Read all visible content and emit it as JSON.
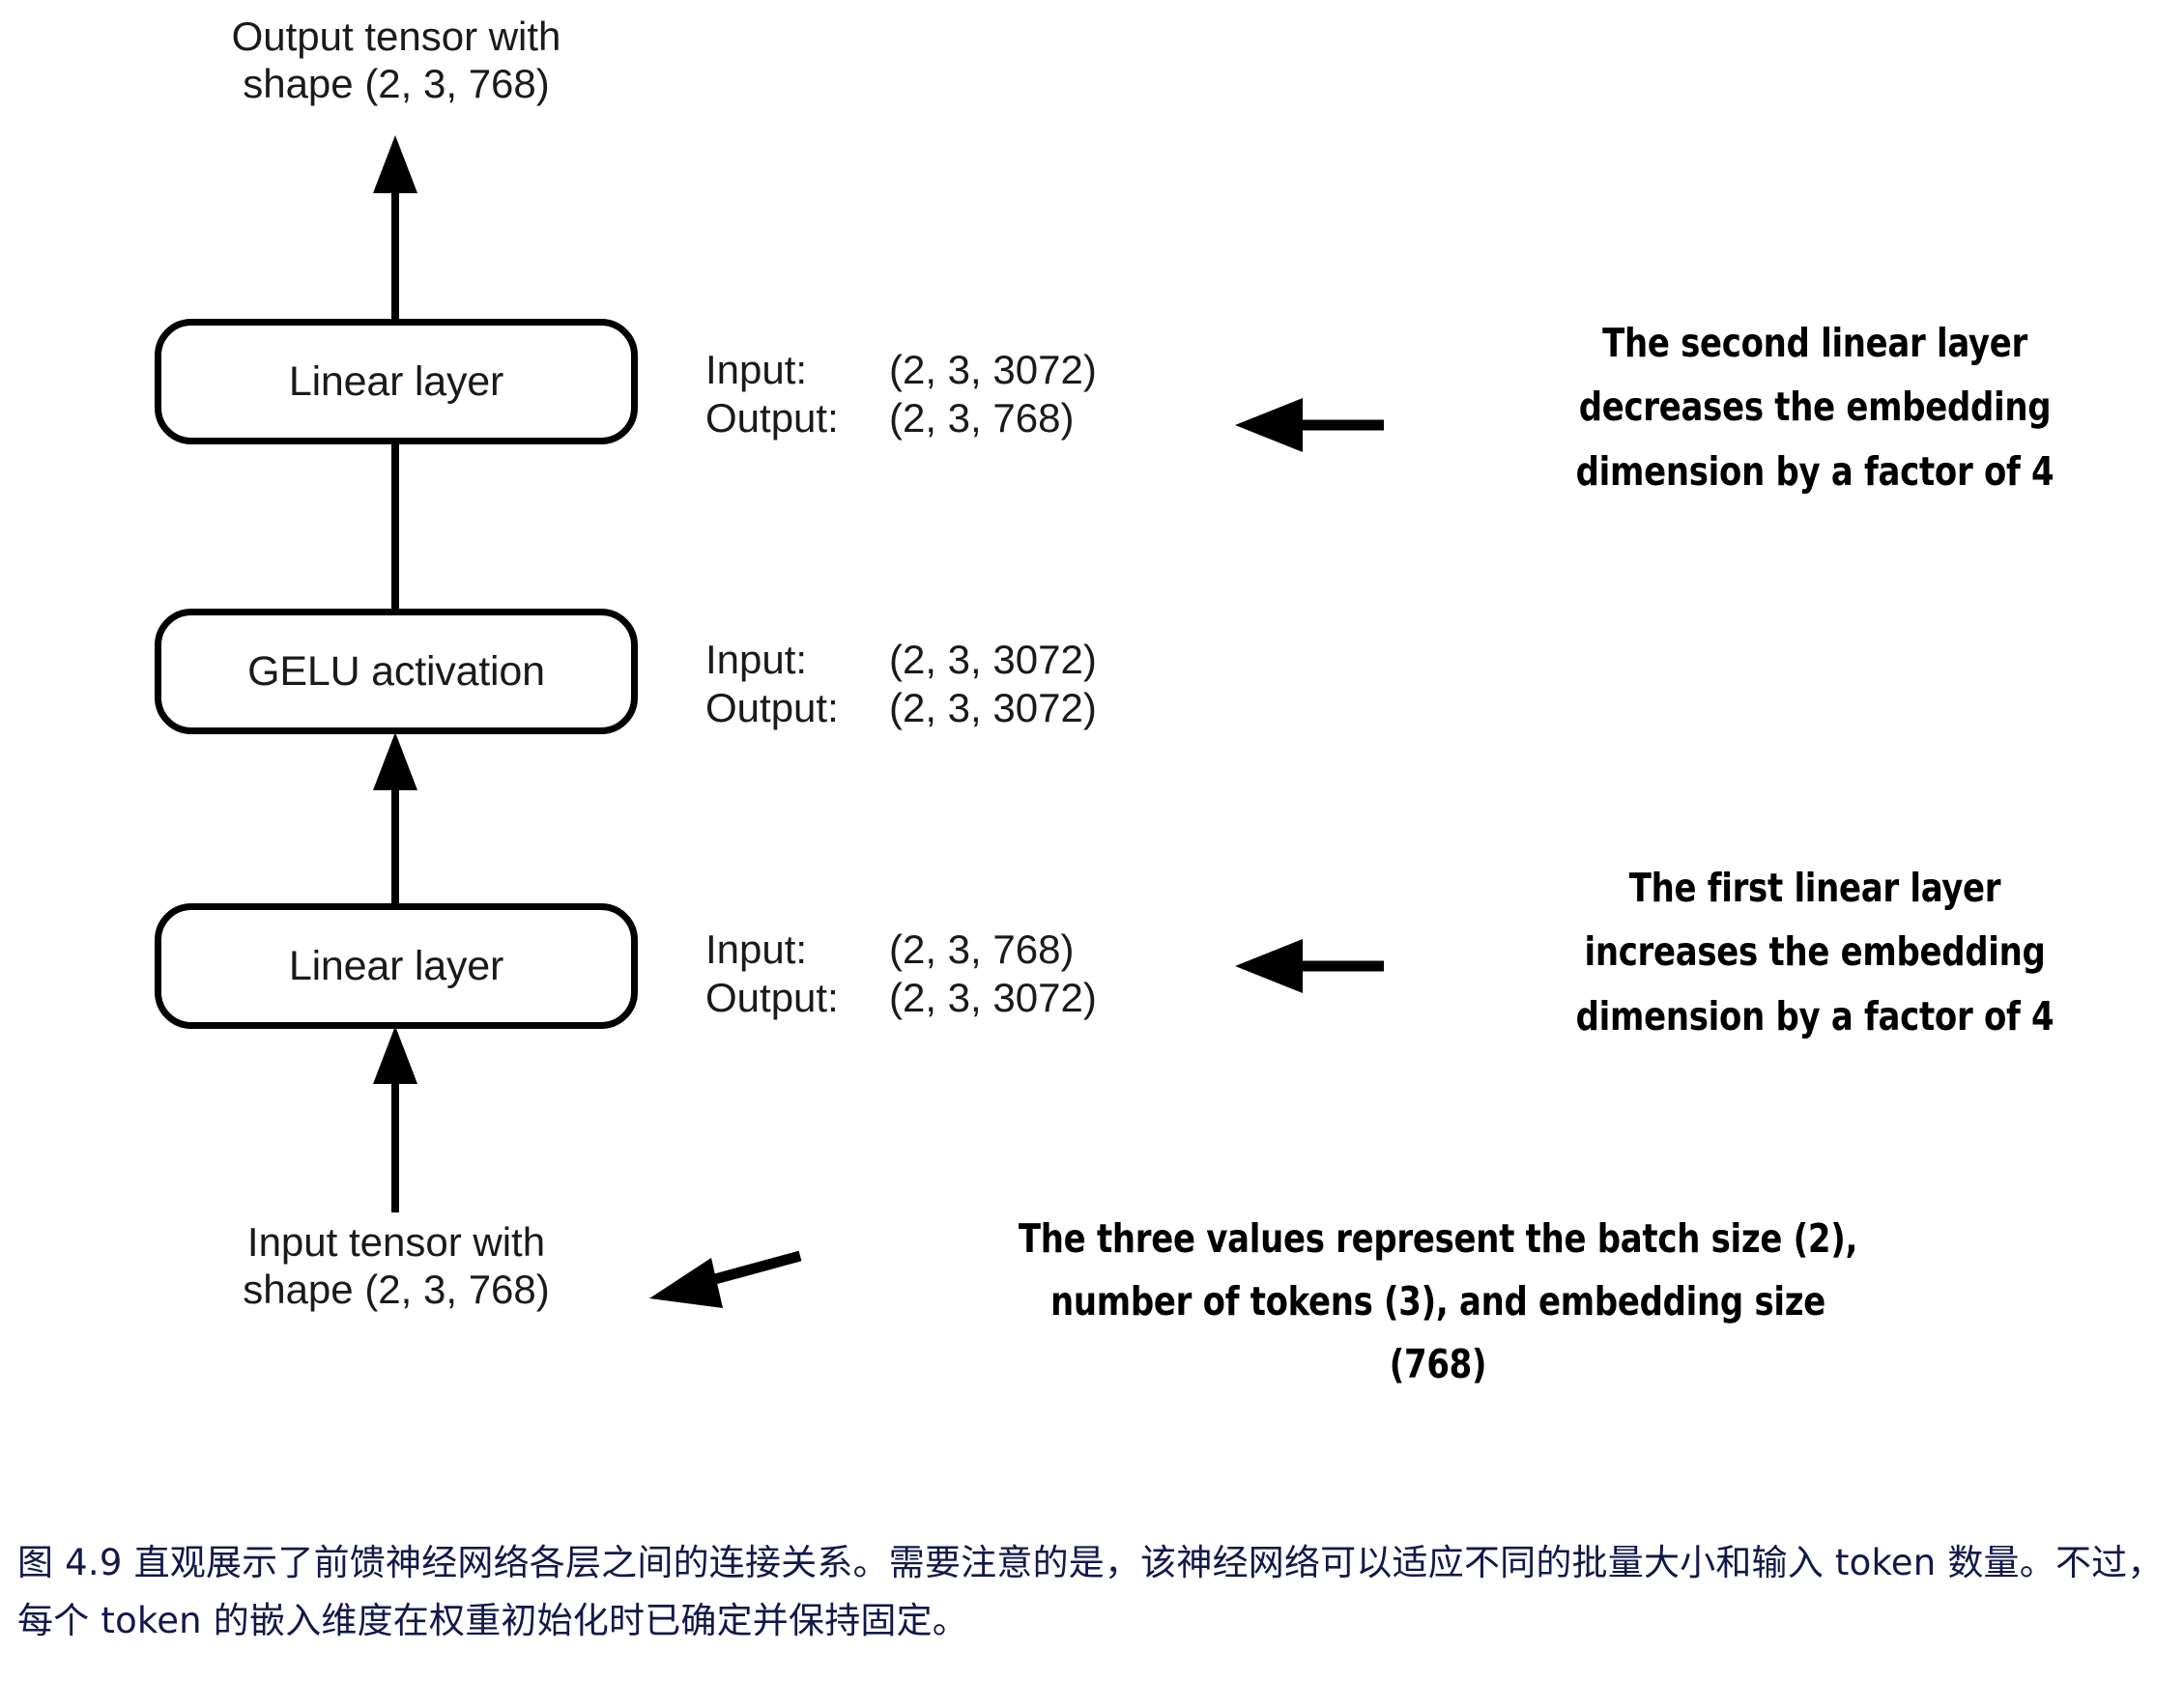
{
  "figure": {
    "top_caption": "Output tensor with\nshape (2, 3, 768)",
    "bottom_caption": "Input tensor with\nshape (2, 3, 768)"
  },
  "blocks": [
    {
      "id": "linear-2",
      "label": "Linear layer",
      "io": {
        "input_key": "Input:",
        "input_value": "(2, 3, 3072)",
        "output_key": "Output:",
        "output_value": "(2, 3, 768)"
      }
    },
    {
      "id": "gelu",
      "label": "GELU activation",
      "io": {
        "input_key": "Input:",
        "input_value": "(2, 3, 3072)",
        "output_key": "Output:",
        "output_value": "(2, 3, 3072)"
      }
    },
    {
      "id": "linear-1",
      "label": "Linear layer",
      "io": {
        "input_key": "Input:",
        "input_value": "(2, 3, 768)",
        "output_key": "Output:",
        "output_value": "(2, 3, 3072)"
      }
    }
  ],
  "annotations": {
    "second_linear": "The second linear layer\ndecreases the embedding\ndimension by a factor of 4",
    "first_linear": "The first linear layer\nincreases the embedding\ndimension by a factor of 4",
    "three_values": "The three values represent the batch size (2),\nnumber of tokens (3), and embedding size\n(768)"
  },
  "caption": {
    "text": "图 4.9 直观展示了前馈神经网络各层之间的连接关系。需要注意的是，该神经网络可以适应不同的批量大小和输入 token 数量。不过，每个 token 的嵌入维度在权重初始化时已确定并保持固定。",
    "color": "#12184a"
  },
  "colors": {
    "stroke": "#000000",
    "text": "#1a1a1a",
    "background": "#ffffff",
    "caption": "#12184a"
  }
}
